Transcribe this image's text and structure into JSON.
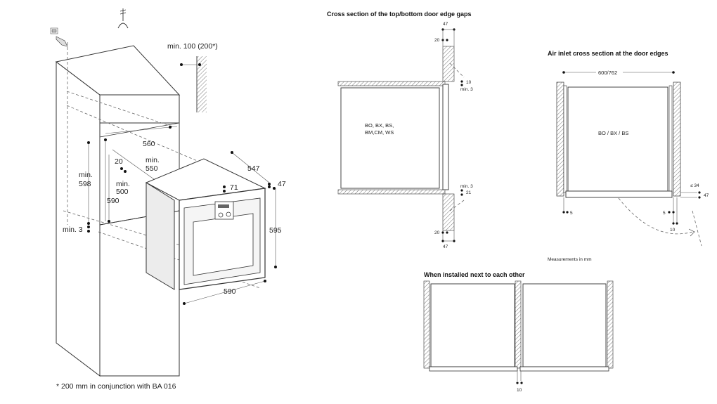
{
  "left_diagram": {
    "label_min100": "min. 100 (200*)",
    "label_560": "560",
    "label_min550": "min.\n550",
    "label_20": "20",
    "label_min598": "min.\n598",
    "label_min500": "min.\n500",
    "label_590_vert": "590",
    "label_min3": "min. 3",
    "label_547": "547",
    "label_47": "47",
    "label_71": "71",
    "label_595": "595",
    "label_590_horiz": "590",
    "footnote": "* 200 mm in conjunction with BA 016"
  },
  "cross_section": {
    "title": "Cross section of the top/bottom door edge gaps",
    "appliance_label": "BO, BX, BS,\nBM,CM, WS",
    "top_47": "47",
    "top_20": "20",
    "top_10": "10",
    "top_min3": "min. 3",
    "bottom_min3": "min. 3",
    "bottom_21": "21",
    "bottom_20": "20",
    "bottom_47": "47"
  },
  "air_inlet": {
    "title": "Air inlet cross section at the door edges",
    "width_label": "600/762",
    "appliance_label": "BO / BX / BS",
    "label_le34": "≤ 34",
    "label_47": "47",
    "label_5_left": "5",
    "label_5_right": "5",
    "label_10": "10",
    "units_note": "Measurements in mm"
  },
  "side_by_side": {
    "title": "When installed next to each other",
    "label_10": "10"
  }
}
